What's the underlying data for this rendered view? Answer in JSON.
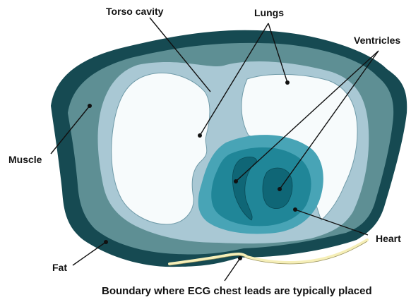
{
  "labels": {
    "torso_cavity": "Torso cavity",
    "lungs": "Lungs",
    "ventricles": "Ventricles",
    "muscle": "Muscle",
    "heart": "Heart",
    "fat": "Fat",
    "boundary": "Boundary where ECG chest leads are typically placed"
  },
  "colors": {
    "fat": "#164a52",
    "muscle": "#5e8f94",
    "torso_cavity": "#a9c8d4",
    "lungs": "#f7fbfc",
    "heart_outer": "#48a4b6",
    "heart_inner": "#208698",
    "ventricle": "#0f6676",
    "boundary": "#f6efb8"
  }
}
